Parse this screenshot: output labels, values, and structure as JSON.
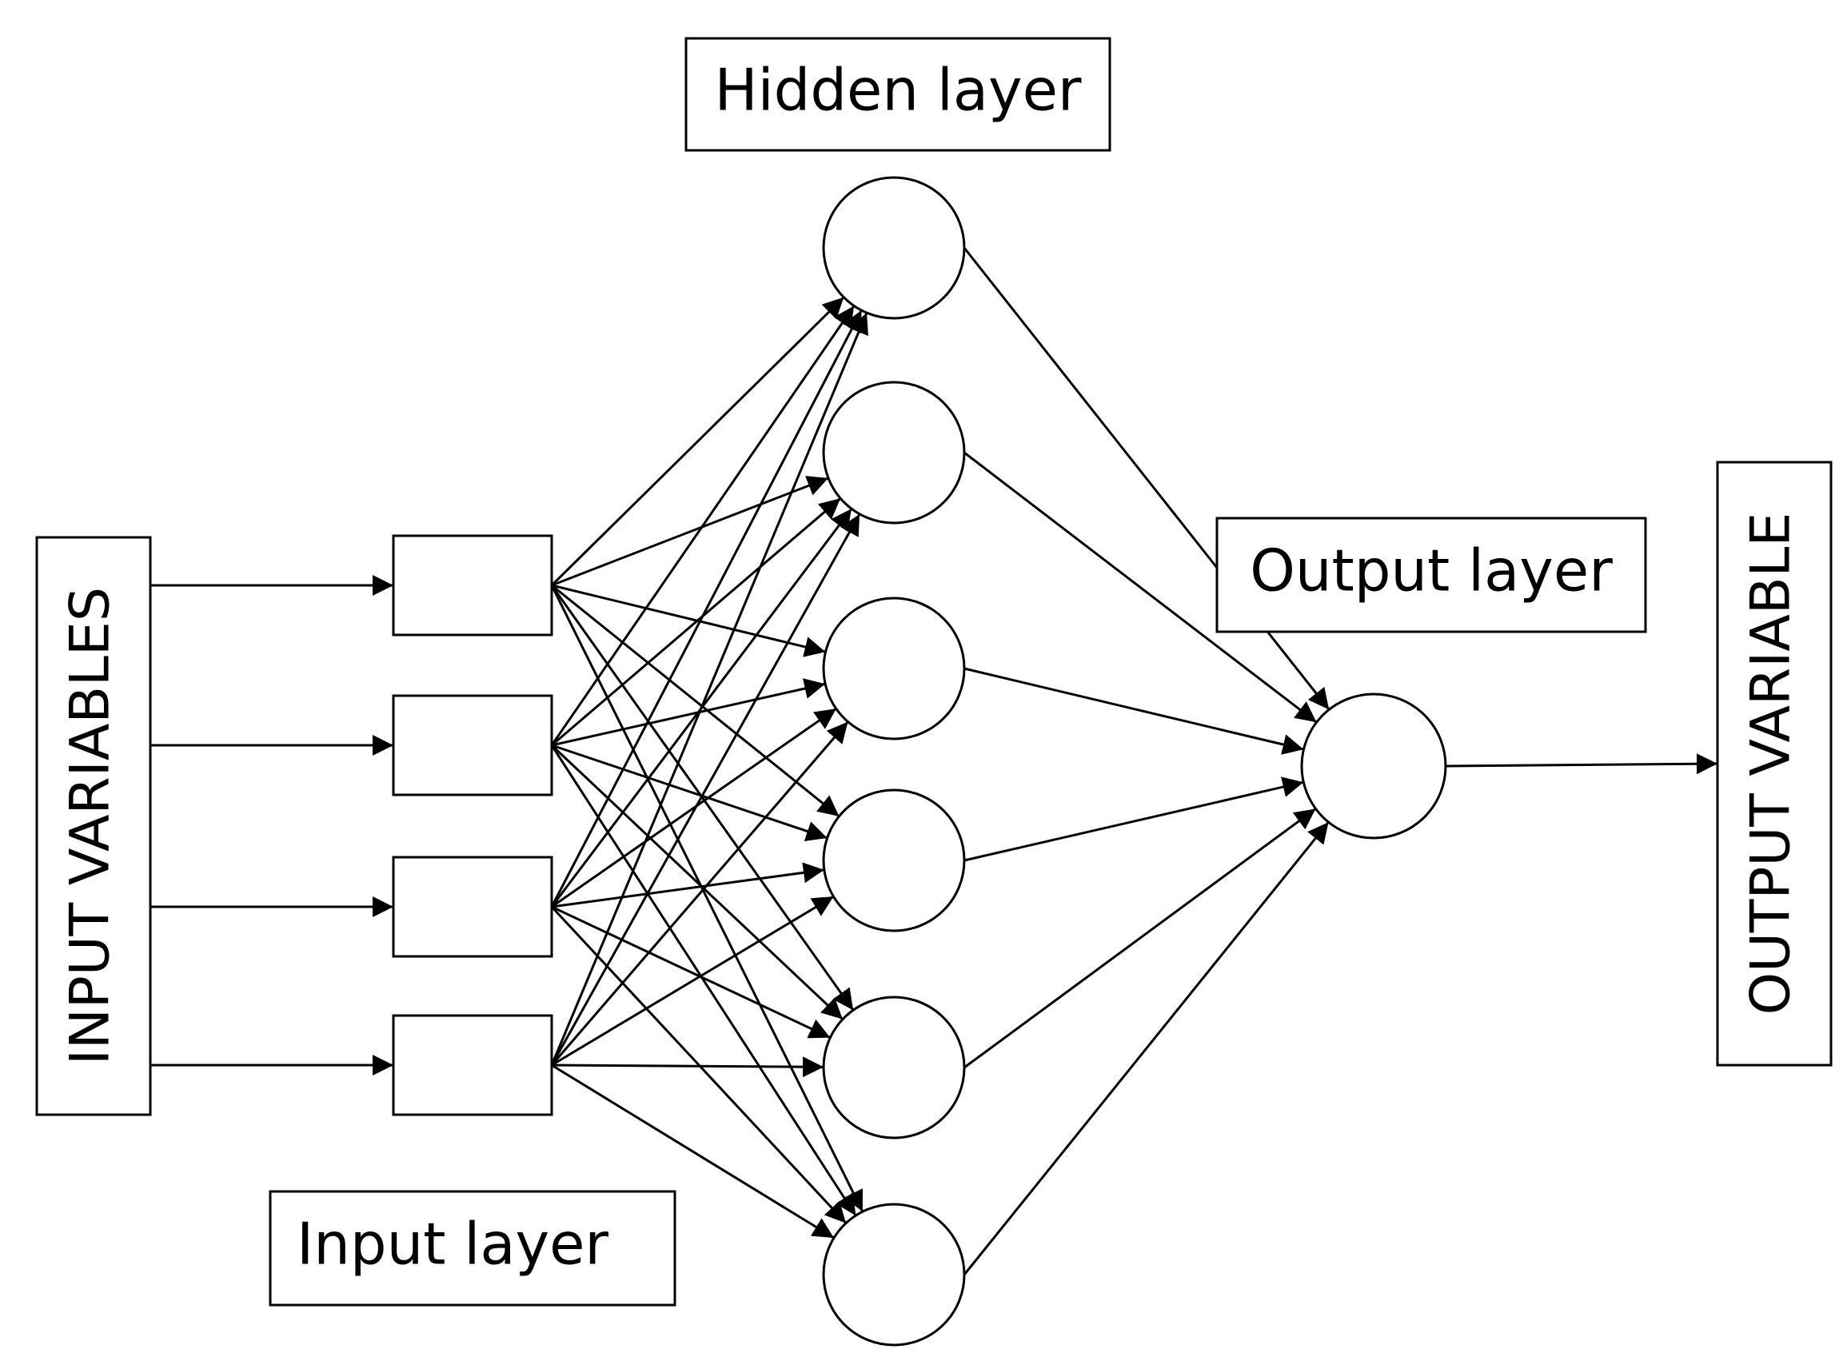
{
  "labels": {
    "hidden_layer": "Hidden layer",
    "output_layer": "Output layer",
    "input_layer": "Input layer",
    "input_variables": "INPUT VARIABLES",
    "output_variable": "OUTPUT VARIABLE"
  },
  "network": {
    "input_nodes": 4,
    "hidden_nodes": 6,
    "output_nodes": 1
  },
  "colors": {
    "stroke": "#000000",
    "background": "#ffffff"
  }
}
